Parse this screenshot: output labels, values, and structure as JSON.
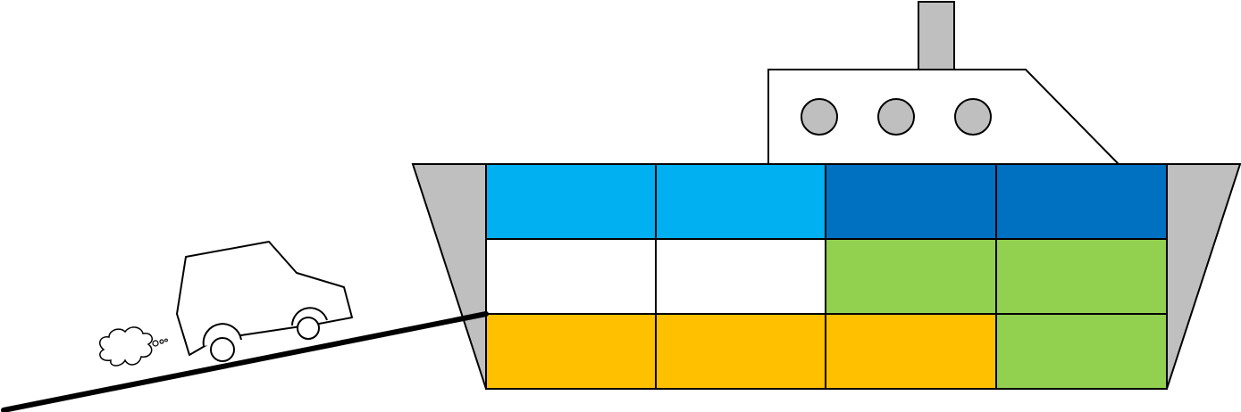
{
  "colors": {
    "background": "#ffffff",
    "hull_gray": "#bfbfbf",
    "cabin_white": "#ffffff",
    "porthole_gray": "#bfbfbf",
    "outline": "#000000",
    "light_blue": "#00b0f0",
    "dark_blue": "#0070c0",
    "white": "#ffffff",
    "green": "#92d050",
    "orange": "#ffc000"
  },
  "deck": {
    "rows": [
      [
        "light_blue",
        "light_blue",
        "dark_blue",
        "dark_blue"
      ],
      [
        "white",
        "white",
        "green",
        "green"
      ],
      [
        "orange",
        "orange",
        "orange",
        "green"
      ]
    ]
  },
  "portholes": {
    "count": 3
  },
  "icons": {
    "vehicle": "car-icon",
    "exhaust": "exhaust-cloud-icon",
    "vessel": "ferry-icon"
  }
}
